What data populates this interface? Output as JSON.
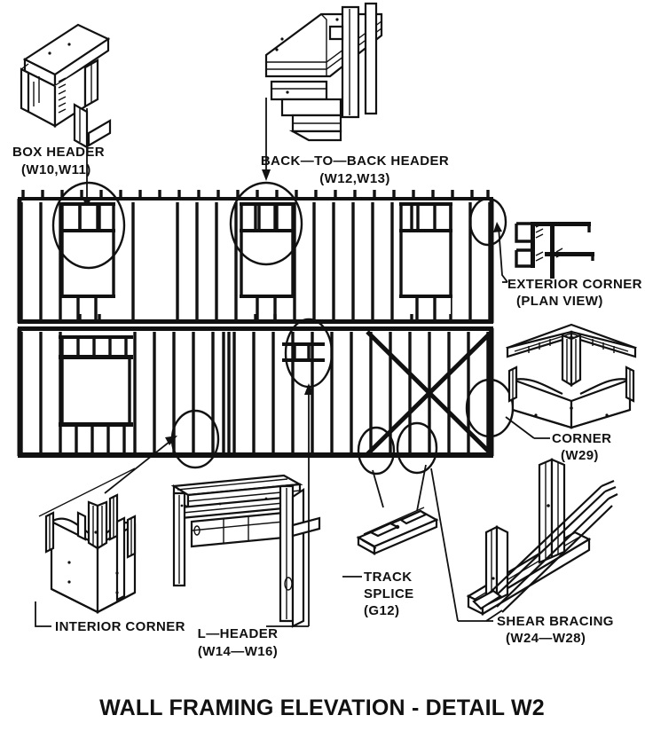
{
  "drawing": {
    "title": "WALL FRAMING ELEVATION - DETAIL W2",
    "type": "architectural-structural-detail",
    "line_color": "#111111",
    "background_color": "#ffffff"
  },
  "callouts": [
    {
      "id": "box-header",
      "name": "BOX HEADER",
      "line1": "BOX HEADER",
      "line2": "(W10,W11)",
      "codes": "W10,W11",
      "detail_view": "isometric",
      "leader": "vertical-arrow-down"
    },
    {
      "id": "back-to-back-header",
      "name": "BACK-TO-BACK HEADER",
      "line1": "BACK—TO—BACK  HEADER",
      "line2": "(W12,W13)",
      "codes": "W12,W13",
      "detail_view": "isometric",
      "leader": "vertical-arrow-down"
    },
    {
      "id": "exterior-corner",
      "name": "EXTERIOR CORNER",
      "line1": "EXTERIOR  CORNER",
      "line2": "(PLAN VIEW)",
      "codes": "",
      "detail_view": "plan",
      "leader": "elbow"
    },
    {
      "id": "corner",
      "name": "CORNER",
      "line1": "CORNER",
      "line2": "(W29)",
      "codes": "W29",
      "detail_view": "isometric",
      "leader": "horizontal"
    },
    {
      "id": "interior-corner",
      "name": "INTERIOR CORNER",
      "line1": "INTERIOR  CORNER",
      "line2": "",
      "codes": "",
      "detail_view": "isometric",
      "leader": "elbow"
    },
    {
      "id": "l-header",
      "name": "L-HEADER",
      "line1": "L—HEADER",
      "line2": "(W14—W16)",
      "codes": "W14-W16",
      "detail_view": "isometric",
      "leader": "vertical"
    },
    {
      "id": "track-splice",
      "name": "TRACK SPLICE",
      "line1": "TRACK",
      "line2": "SPLICE",
      "line3": "(G12)",
      "codes": "G12",
      "detail_view": "isometric",
      "leader": "horizontal"
    },
    {
      "id": "shear-bracing",
      "name": "SHEAR BRACING",
      "line1": "SHEAR  BRACING",
      "line2": "(W24—W28)",
      "codes": "W24-W28",
      "detail_view": "isometric",
      "leader": "horizontal"
    }
  ],
  "elevation": {
    "name": "wall-framing-elevation",
    "upper_panel": {
      "openings": 3,
      "description": "upper wall with three window openings and headers"
    },
    "lower_panel": {
      "openings": 1,
      "x_bracing": true,
      "description": "lower wall with one large opening and X shear bracing"
    },
    "highlight_circles": 8
  }
}
